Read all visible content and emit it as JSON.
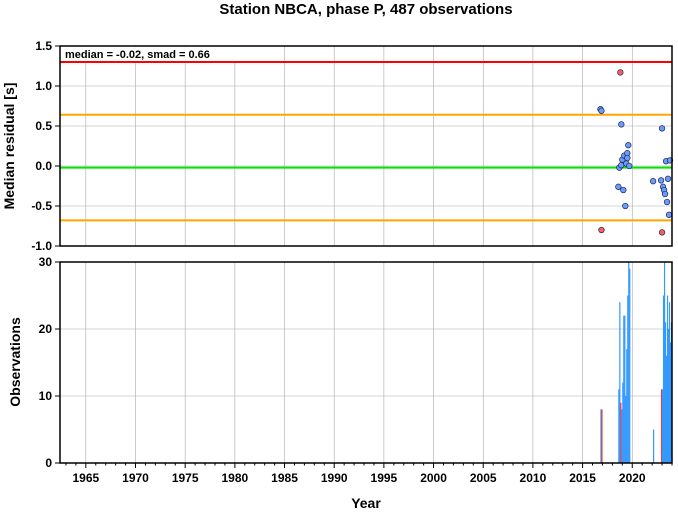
{
  "figure": {
    "title": "Station NBCA, phase P, 487 observations"
  },
  "colors": {
    "median_line": "#00e600",
    "smad_line": "#ffa500",
    "limit_line": "#ff0000",
    "point_normal": "#6b9bff",
    "point_outlier": "#ff5c5c",
    "bar_normal": "#3399ff",
    "bar_outlier": "#ff3333",
    "grid": "#a9a9a9"
  },
  "chart_data": [
    {
      "type": "scatter",
      "title": "",
      "annotation": "median = -0.02, smad = 0.66",
      "xlabel": "",
      "ylabel": "Median residual [s]",
      "xlim": [
        1962.4,
        2024.0
      ],
      "ylim": [
        -1.0,
        1.5
      ],
      "xticks": [
        1965,
        1970,
        1975,
        1980,
        1985,
        1990,
        1995,
        2000,
        2005,
        2010,
        2015,
        2020
      ],
      "yticks": [
        -1.0,
        -0.5,
        0.0,
        0.5,
        1.0,
        1.5
      ],
      "ytick_labels": [
        "-1.0",
        "-0.5",
        "0.0",
        "0.5",
        "1.0",
        "1.5"
      ],
      "grid": true,
      "hlines": [
        {
          "y": 1.3,
          "color": "#ff0000"
        },
        {
          "y": 0.64,
          "color": "#ffa500"
        },
        {
          "y": -0.02,
          "color": "#00e600"
        },
        {
          "y": -0.68,
          "color": "#ffa500"
        }
      ],
      "points": [
        {
          "x": 2016.8,
          "y": 0.71,
          "outlier": false
        },
        {
          "x": 2016.9,
          "y": 0.69,
          "outlier": false
        },
        {
          "x": 2016.9,
          "y": -0.8,
          "outlier": true
        },
        {
          "x": 2018.8,
          "y": 1.17,
          "outlier": true
        },
        {
          "x": 2018.6,
          "y": -0.26,
          "outlier": false
        },
        {
          "x": 2018.7,
          "y": -0.02,
          "outlier": false
        },
        {
          "x": 2018.9,
          "y": 0.01,
          "outlier": false
        },
        {
          "x": 2018.9,
          "y": 0.52,
          "outlier": false
        },
        {
          "x": 2019.1,
          "y": -0.3,
          "outlier": false
        },
        {
          "x": 2019.0,
          "y": 0.08,
          "outlier": false
        },
        {
          "x": 2019.2,
          "y": 0.13,
          "outlier": false
        },
        {
          "x": 2019.3,
          "y": -0.5,
          "outlier": false
        },
        {
          "x": 2019.4,
          "y": 0.03,
          "outlier": false
        },
        {
          "x": 2019.5,
          "y": 0.16,
          "outlier": false
        },
        {
          "x": 2019.5,
          "y": 0.1,
          "outlier": false
        },
        {
          "x": 2019.6,
          "y": 0.26,
          "outlier": false
        },
        {
          "x": 2019.7,
          "y": 0.0,
          "outlier": false
        },
        {
          "x": 2022.1,
          "y": -0.19,
          "outlier": false
        },
        {
          "x": 2022.9,
          "y": -0.18,
          "outlier": false
        },
        {
          "x": 2023.0,
          "y": 0.47,
          "outlier": false
        },
        {
          "x": 2023.1,
          "y": -0.26,
          "outlier": false
        },
        {
          "x": 2023.2,
          "y": -0.3,
          "outlier": false
        },
        {
          "x": 2023.3,
          "y": -0.35,
          "outlier": false
        },
        {
          "x": 2023.4,
          "y": 0.06,
          "outlier": false
        },
        {
          "x": 2023.5,
          "y": -0.45,
          "outlier": false
        },
        {
          "x": 2023.6,
          "y": -0.16,
          "outlier": false
        },
        {
          "x": 2023.7,
          "y": -0.61,
          "outlier": false
        },
        {
          "x": 2023.8,
          "y": 0.07,
          "outlier": false
        },
        {
          "x": 2023.0,
          "y": -0.83,
          "outlier": true
        }
      ]
    },
    {
      "type": "bar",
      "title": "",
      "xlabel": "Year",
      "ylabel": "Observations",
      "xlim": [
        1962.4,
        2024.0
      ],
      "ylim": [
        0,
        30
      ],
      "xticks": [
        1965,
        1970,
        1975,
        1980,
        1985,
        1990,
        1995,
        2000,
        2005,
        2010,
        2015,
        2020
      ],
      "yticks": [
        0,
        10,
        20,
        30
      ],
      "grid": true,
      "bars": [
        {
          "x": 2016.85,
          "value": 8,
          "outlier": false
        },
        {
          "x": 2016.95,
          "value": 8,
          "outlier": true
        },
        {
          "x": 2018.65,
          "value": 11,
          "outlier": false
        },
        {
          "x": 2018.75,
          "value": 24,
          "outlier": false
        },
        {
          "x": 2018.85,
          "value": 9,
          "outlier": true
        },
        {
          "x": 2018.95,
          "value": 8,
          "outlier": false
        },
        {
          "x": 2019.05,
          "value": 12,
          "outlier": false
        },
        {
          "x": 2019.15,
          "value": 22,
          "outlier": false
        },
        {
          "x": 2019.25,
          "value": 22,
          "outlier": false
        },
        {
          "x": 2019.35,
          "value": 10,
          "outlier": false
        },
        {
          "x": 2019.45,
          "value": 17,
          "outlier": false
        },
        {
          "x": 2019.55,
          "value": 25,
          "outlier": false
        },
        {
          "x": 2019.65,
          "value": 30,
          "outlier": false
        },
        {
          "x": 2019.75,
          "value": 29,
          "outlier": false
        },
        {
          "x": 2022.15,
          "value": 5,
          "outlier": false
        },
        {
          "x": 2022.95,
          "value": 11,
          "outlier": true
        },
        {
          "x": 2023.05,
          "value": 11,
          "outlier": false
        },
        {
          "x": 2023.15,
          "value": 25,
          "outlier": false
        },
        {
          "x": 2023.25,
          "value": 30,
          "outlier": false
        },
        {
          "x": 2023.35,
          "value": 21,
          "outlier": false
        },
        {
          "x": 2023.45,
          "value": 16,
          "outlier": false
        },
        {
          "x": 2023.55,
          "value": 25,
          "outlier": false
        },
        {
          "x": 2023.65,
          "value": 20,
          "outlier": false
        },
        {
          "x": 2023.75,
          "value": 24,
          "outlier": false
        },
        {
          "x": 2023.85,
          "value": 18,
          "outlier": false
        },
        {
          "x": 2023.95,
          "value": 21,
          "outlier": false
        }
      ]
    }
  ]
}
